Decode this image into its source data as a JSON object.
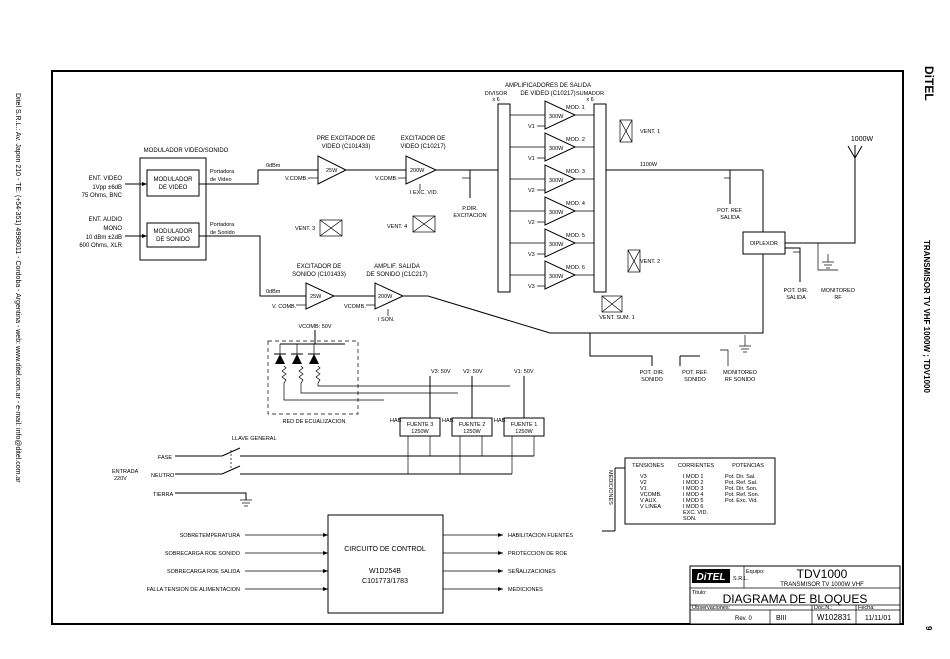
{
  "sheet": {
    "page_number": "9",
    "side_title": "TRANSMISOR TV VHF 1000W ; TDV1000",
    "company_line": "Ditel S.R.L.: Av. Japon 210 - TE: (+54-351) 4998011 - Cordoba - Argentina - web: www.ditel.com.ar - e-mail: info@ditel.com.ar",
    "logo_text": "DiTEL"
  },
  "blocks": {
    "modulator_group": "MODULADOR VIDEO/SONIDO",
    "mod_video": [
      "MODULADOR",
      "DE VIDEO"
    ],
    "mod_sound": [
      "MODULADOR",
      "DE SONIDO"
    ],
    "carrier_video": [
      "Portadora",
      "de Video"
    ],
    "carrier_sound": [
      "Portadora",
      "de Sonido"
    ],
    "in_video": [
      "ENT. VIDEO",
      "1Vpp ±6dB",
      "75 Ohms, BNC"
    ],
    "in_audio": [
      "ENT. AUDIO",
      "MONO",
      "10 dBm ±2dB",
      "600 Ohms, XLR"
    ],
    "pre_exc_video": [
      "PRE EXCITADOR DE",
      "VIDEO (C101433)"
    ],
    "exc_video": [
      "EXCITADOR DE",
      "VIDEO (C10217)"
    ],
    "exc_sound": [
      "EXCITADOR DE",
      "SONIDO (C101433)"
    ],
    "amp_sound": [
      "AMPLIF. SALIDA",
      "DE SONIDO (C1C217)"
    ],
    "amp_out": [
      "AMPLIFICADORES DE SALIDA",
      "DE VIDEO (C10217)"
    ],
    "divider": [
      "DIVISOR",
      "x 6"
    ],
    "summer": [
      "SUMADOR",
      "x 6"
    ],
    "dbm_video": "0dBm",
    "dbm_sound": "0dBm",
    "tri_25w_a": "25W",
    "tri_200w_a": "200W",
    "tri_25w_b": "25W",
    "tri_200w_b": "200W",
    "vcomb": "V.COMB.",
    "vcomb2": "V.COMB.",
    "vcomb3": "V. COMB.",
    "vcomb4": "VCOMB.",
    "exc_vid_note": "I EXC. VID.",
    "pdir_exc": [
      "P.DIR.",
      "EXCITACION"
    ],
    "son_note": "I SON.",
    "vcomb50": "VCOMB: 50V",
    "vent3": "VENT. 3",
    "vent4": "VENT. 4",
    "vent1": "VENT. 1",
    "vent2": "VENT. 2",
    "vent_sum": "VENT. SUM. 1",
    "power_1000": "1000W",
    "power_1100": "1100W",
    "pot_ref_salida": [
      "POT. REF.",
      "SALIDA"
    ],
    "diplexer": "DIPLEXOR",
    "pot_dir_salida": [
      "POT. DIR.",
      "SALIDA"
    ],
    "monitor_rf": [
      "MONITOREO",
      "RF"
    ],
    "pot_dir_sonido": [
      "POT. DIR.",
      "SONIDO"
    ],
    "pot_ref_sonido": [
      "POT. REF.",
      "SONIDO"
    ],
    "monitor_rf_sonido": [
      "MONITOREO",
      "RF SONIDO"
    ],
    "eq_network": "RED DE ECUALIZACION",
    "v_rails": [
      "V3: 50V",
      "V2: 50V",
      "V1: 50V"
    ],
    "supplies": [
      [
        "FUENTE 3",
        "1250W"
      ],
      [
        "FUENTE 2",
        "1250W"
      ],
      [
        "FUENTE 1",
        "1250W"
      ]
    ],
    "hab": "HAB.",
    "switch_label": "LLAVE GENERAL",
    "mains_in": [
      "ENTRADA",
      "220V"
    ],
    "fase": "FASE",
    "neutro": "NEUTRO",
    "tierra": "TIERRA",
    "control_title": "CIRCUITO DE CONTROL",
    "control_codes": [
      "W1D254B",
      "C101773/1783"
    ],
    "control_inputs": [
      "SOBRETEMPERATURA",
      "SOBRECARGA ROE SONIDO",
      "SOBRECARGA ROE SALIDA",
      "FALLA TENSION DE ALIMENTACION"
    ],
    "control_outputs": [
      "HABILITACION FUENTES",
      "PROTECCION DE ROE",
      "SEÑALIZACIONES",
      "MEDICIONES"
    ]
  },
  "modules": [
    {
      "label": "MOD. 1",
      "power": "300W",
      "rail": "V1"
    },
    {
      "label": "MOD. 2",
      "power": "300W",
      "rail": "V1"
    },
    {
      "label": "MOD. 3",
      "power": "300W",
      "rail": "V2"
    },
    {
      "label": "MOD. 4",
      "power": "300W",
      "rail": "V2"
    },
    {
      "label": "MOD. 5",
      "power": "300W",
      "rail": "V3"
    },
    {
      "label": "MOD. 6",
      "power": "300W",
      "rail": "V3"
    }
  ],
  "meters": {
    "side_label": "MEDICIONES",
    "headers": [
      "TENSIONES",
      "CORRIENTES",
      "POTENCIAS"
    ],
    "tensiones": [
      "V3",
      "V2",
      "V1",
      "VCOMB.",
      "V AUX.",
      "V LINEA"
    ],
    "corrientes": [
      "I MOD 1",
      "I MOD 2",
      "I MOD 3",
      "I MOD 4",
      "I MOD 5",
      "I MOD 6",
      "EXC. VID.",
      "SON."
    ],
    "potencias": [
      "Pot. Dir. Sal.",
      "Pot. Ref. Sal.",
      "Pot. Dir. Son.",
      "Pot. Ref. Son.",
      "Pot. Exc. Vid."
    ]
  },
  "title_block": {
    "logo": "DiTEL",
    "logo_sub": "S.R.L.",
    "equipo_label": "Equipo:",
    "equipo": "TDV1000",
    "equipo_desc": "TRANSMISOR TV 1000W VHF",
    "titulo_label": "Titulo:",
    "titulo": "DIAGRAMA DE BLOQUES",
    "obs_label": "Observaciones:",
    "rev": "Rev. 0",
    "dib": "BIII",
    "doc_label": "Doc.N.:",
    "doc": "W102831",
    "fecha_label": "Fecha:",
    "fecha": "11/11/01"
  }
}
